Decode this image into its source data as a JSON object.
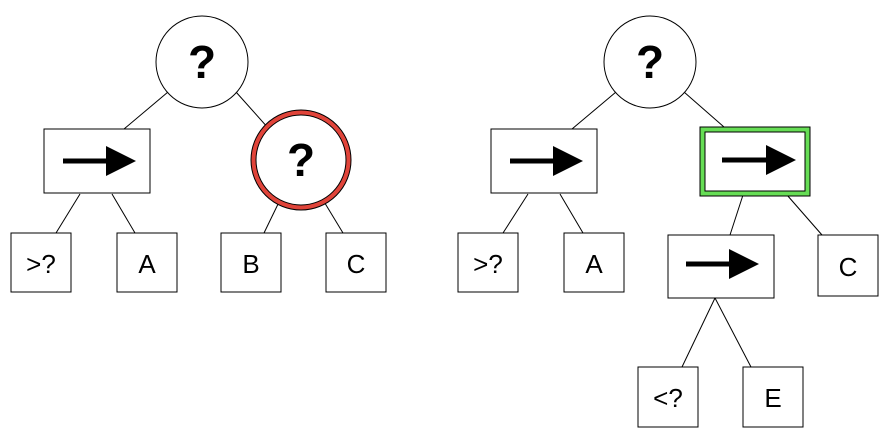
{
  "left_tree": {
    "root": {
      "label": "?"
    },
    "sequence_node": {
      "label": ""
    },
    "selected_node": {
      "label": "?",
      "highlight": "#e0443a"
    },
    "leaves": [
      "&gt;?",
      "A",
      "B",
      "C"
    ]
  },
  "right_tree": {
    "root": {
      "label": "?"
    },
    "sequence_node": {
      "label": ""
    },
    "selected_node": {
      "label": "",
      "highlight": "#66dd55"
    },
    "inner_sequence_node": {
      "label": ""
    },
    "leaves": [
      "&gt;?",
      "A",
      "C",
      "&lt;?",
      "E"
    ]
  }
}
